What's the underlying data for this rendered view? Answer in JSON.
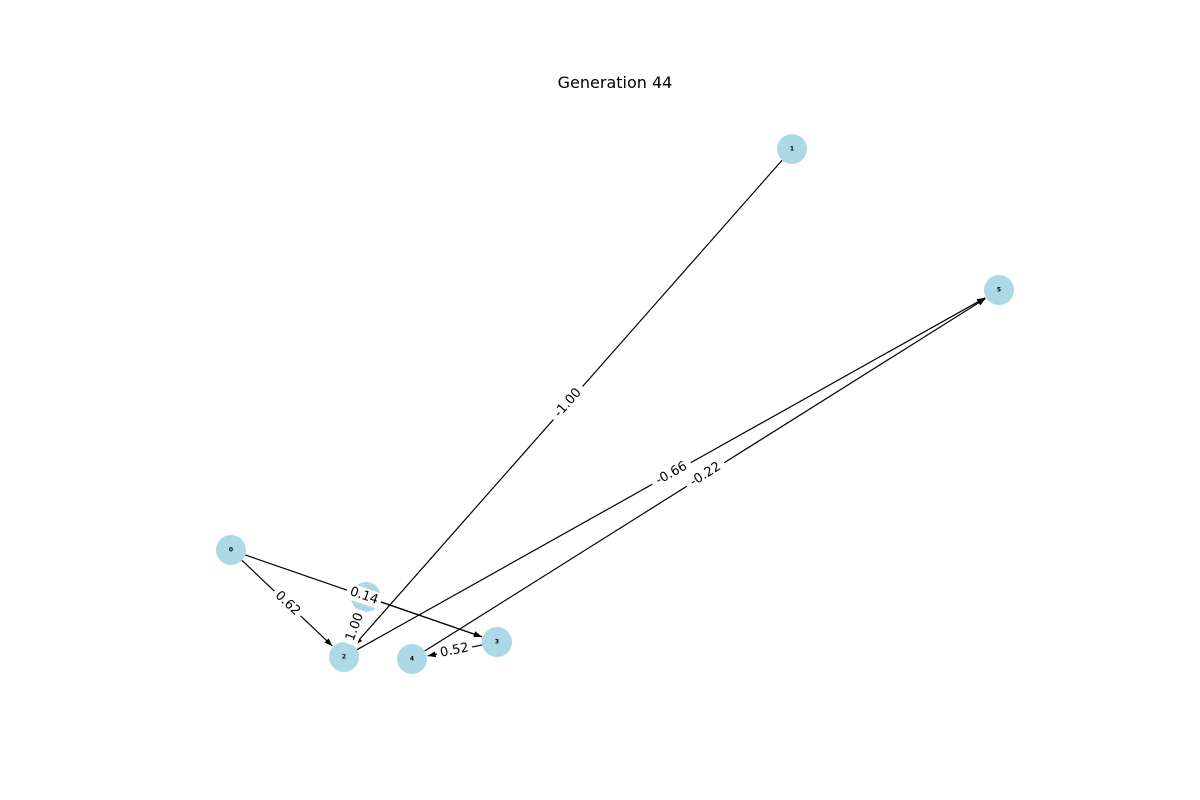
{
  "title": "Generation 44",
  "colors": {
    "node_fill": "#add8e6",
    "edge": "#000000",
    "background": "#ffffff"
  },
  "nodes": [
    {
      "id": "0",
      "label": "0"
    },
    {
      "id": "1",
      "label": "1"
    },
    {
      "id": "2",
      "label": "2"
    },
    {
      "id": "3",
      "label": "3"
    },
    {
      "id": "4",
      "label": "4"
    },
    {
      "id": "5",
      "label": "5"
    },
    {
      "id": "6",
      "label": "6"
    }
  ],
  "edges": [
    {
      "from": "1",
      "to": "2",
      "label": "-1.00"
    },
    {
      "from": "0",
      "to": "2",
      "label": "0.62"
    },
    {
      "from": "0",
      "to": "3",
      "label": "0.14"
    },
    {
      "from": "2",
      "to": "5",
      "label": "-0.66"
    },
    {
      "from": "4",
      "to": "5",
      "label": "-0.22"
    },
    {
      "from": "3",
      "to": "4",
      "label": "0.52"
    },
    {
      "from": "2",
      "to": "6",
      "label": "1.00"
    },
    {
      "from": "6",
      "to": "3",
      "label": ""
    }
  ]
}
